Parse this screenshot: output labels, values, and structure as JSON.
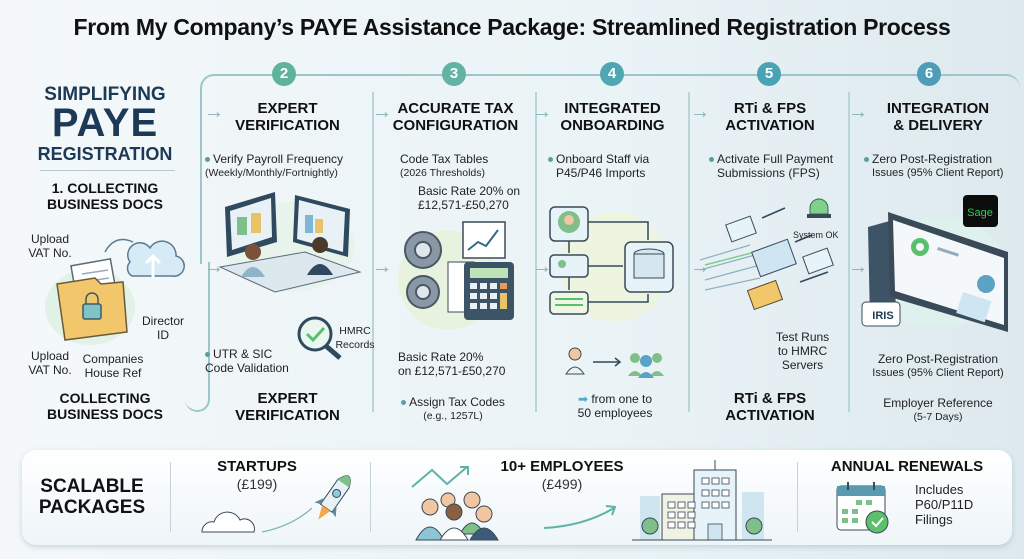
{
  "title": "From My Company’s PAYE Assistance Package: Streamlined Registration Process",
  "intro": {
    "line1": "SIMPLIFYING",
    "line2": "PAYE",
    "line3": "REGISTRATION"
  },
  "steps": [
    {
      "number": "1",
      "heading": "1. COLLECTING BUSINESS DOCS",
      "heading_l1": "1. COLLECTING",
      "heading_l2": "BUSINESS DOCS",
      "footer_l1": "COLLECTING",
      "footer_l2": "BUSINESS DOCS",
      "callouts": [
        "Upload VAT No.",
        "Upload VAT No.",
        "Companies House Ref",
        "Director ID"
      ],
      "illustration": "folder-with-lock-uploading-to-cloud",
      "accent": "#f2c66a"
    },
    {
      "number": "2",
      "heading_l1": "EXPERT",
      "heading_l2": "VERIFICATION",
      "footer_l1": "EXPERT",
      "footer_l2": "VERIFICATION",
      "callouts": [
        {
          "main": "Verify Payroll Frequency",
          "sub": "(Weekly/Monthly/Fortnightly)"
        },
        {
          "main": "UTR & SIC",
          "sub": "Code Validation"
        },
        {
          "main": "HMRC",
          "sub": "Records"
        }
      ],
      "illustration": "two-people-at-monitors-with-magnifier",
      "badge_color": "#5fb39a"
    },
    {
      "number": "3",
      "heading_l1": "ACCURATE TAX",
      "heading_l2": "CONFIGURATION",
      "callouts": [
        {
          "main": "Code Tax Tables",
          "sub": "(2026 Thresholds)"
        },
        {
          "main": "Basic Rate 20% on",
          "sub": "£12,571-£50,270"
        },
        {
          "main": "Basic Rate 20%",
          "sub": "on £12,571-£50,270"
        },
        {
          "main": "Assign Tax Codes",
          "sub": "(e.g., 1257L)"
        }
      ],
      "illustration": "gears-calculator-chart",
      "badge_color": "#63b3a4"
    },
    {
      "number": "4",
      "heading_l1": "INTEGRATED",
      "heading_l2": "ONBOARDING",
      "callouts": [
        {
          "main": "Onboard Staff via",
          "sub": "P45/P46 Imports"
        },
        {
          "main": "from one to",
          "sub": "50 employees"
        }
      ],
      "illustration": "staff-records-to-database",
      "badge_color": "#4fa8b1"
    },
    {
      "number": "5",
      "heading_l1": "RTi & FPS",
      "heading_l2": "ACTIVATION",
      "footer_l1": "RTi & FPS",
      "footer_l2": "ACTIVATION",
      "callouts": [
        {
          "main": "Activate Full Payment",
          "sub": "Submissions (FPS)"
        },
        {
          "main": "System OK",
          "sub": ""
        },
        {
          "main": "Test Runs",
          "sub": "to HMRC Servers"
        }
      ],
      "illustration": "envelopes-sending-with-green-beacon",
      "badge_color": "#4aa3b5"
    },
    {
      "number": "6",
      "heading_l1": "INTEGRATION",
      "heading_l2": "& DELIVERY",
      "callouts": [
        {
          "main": "Zero Post-Registration",
          "sub": "Issues (95% Client Report)"
        },
        {
          "main": "Zero Post-Registration",
          "sub": "Issues (95% Client Report)"
        },
        {
          "main": "Employer Reference",
          "sub": "(5-7 Days)"
        }
      ],
      "logos": [
        "Sage",
        "IRIS"
      ],
      "illustration": "payroll-dashboard-screens",
      "badge_color": "#4d9cb8"
    }
  ],
  "packages": {
    "heading_l1": "SCALABLE",
    "heading_l2": "PACKAGES",
    "items": [
      {
        "name": "STARTUPS",
        "price": "(£199)",
        "illustration": "rocket-launching"
      },
      {
        "name": "10+ EMPLOYEES",
        "price": "(£499)",
        "illustration": "team-and-office-building"
      },
      {
        "name": "ANNUAL RENEWALS",
        "detail_l1": "Includes",
        "detail_l2": "P60/P11D",
        "detail_l3": "Filings",
        "illustration": "calendar-with-checkmark"
      }
    ]
  },
  "colors": {
    "navy": "#1c3a56",
    "teal": "#5fb3a5",
    "blue": "#4d9cb8",
    "line": "#9cc6c9",
    "folder": "#f2c66a",
    "green": "#5cbf6b"
  }
}
